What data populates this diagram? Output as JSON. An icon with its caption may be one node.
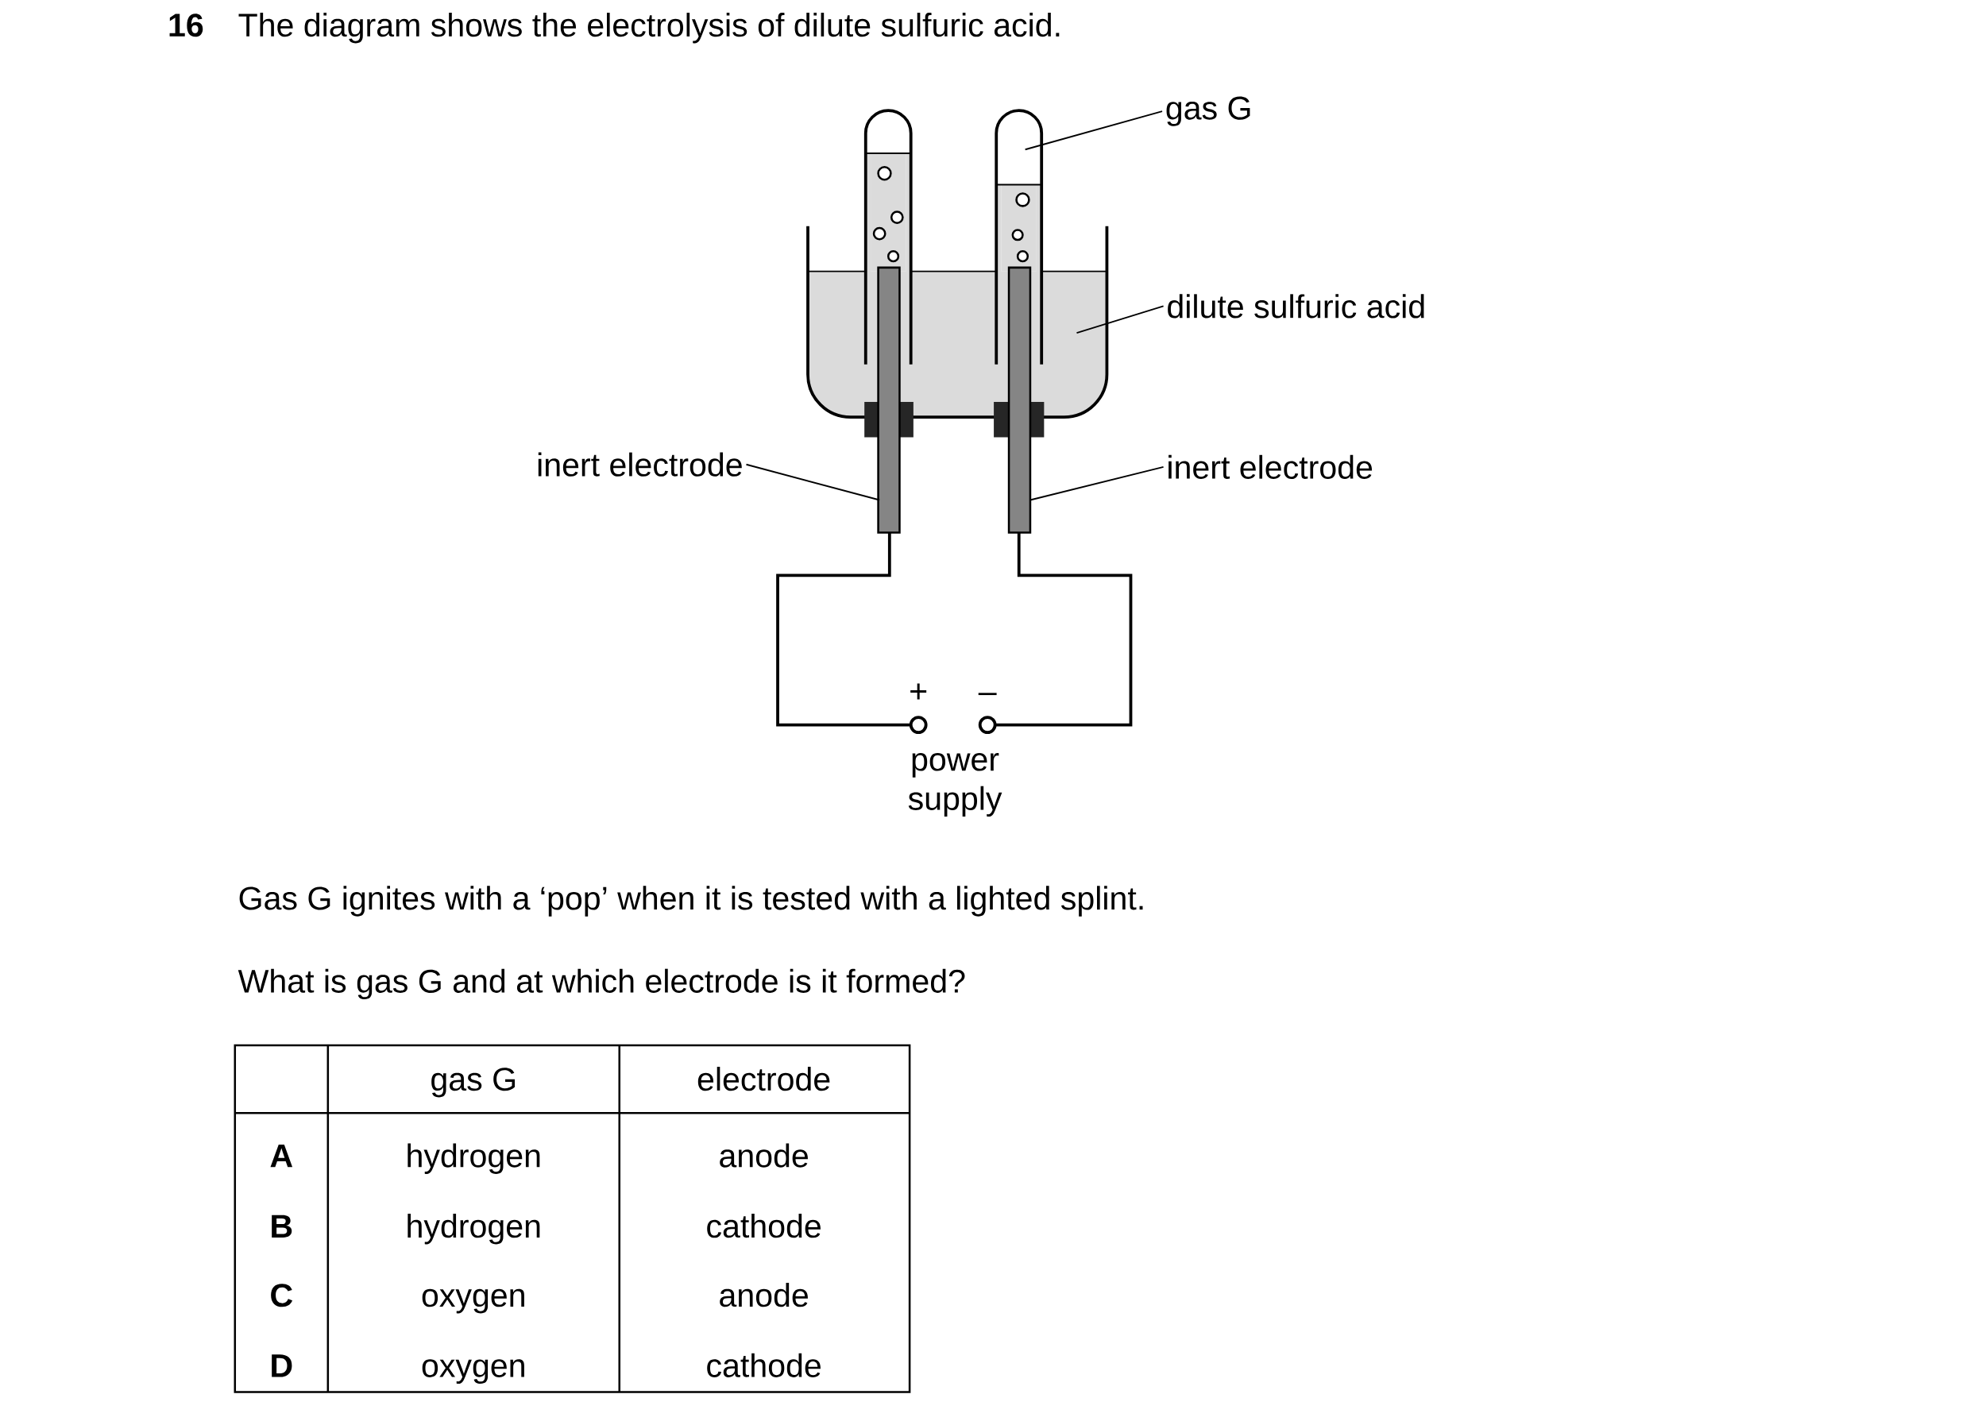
{
  "diagram": {
    "title": "The diagram shows the electrolysis of dilute sulfuric acid.",
    "nodes": [
      {
        "text": [
          "gas G"
        ]
      },
      {
        "text": [
          "dilute sulfuric acid"
        ]
      },
      {
        "text": [
          "inert electrode"
        ]
      },
      {
        "text": [
          "inert electrode"
        ]
      }
    ],
    "edges": [
      {
        "from": 0,
        "to": null,
        "arrow": "none"
      },
      {
        "from": 1,
        "to": null,
        "arrow": "none"
      },
      {
        "from": 2,
        "to": null,
        "arrow": "none"
      },
      {
        "from": 3,
        "to": null,
        "arrow": "none"
      }
    ],
    "labels": [
      "16",
      "+",
      "–",
      "power supply",
      "Gas G ignites with a ‘pop’ when it is tested with a lighted splint.",
      "What is gas G and at which electrode is it formed?",
      "gas G",
      "electrode",
      "A",
      "hydrogen",
      "anode",
      "B",
      "hydrogen",
      "cathode",
      "C",
      "oxygen",
      "anode",
      "D",
      "oxygen",
      "cathode"
    ]
  }
}
